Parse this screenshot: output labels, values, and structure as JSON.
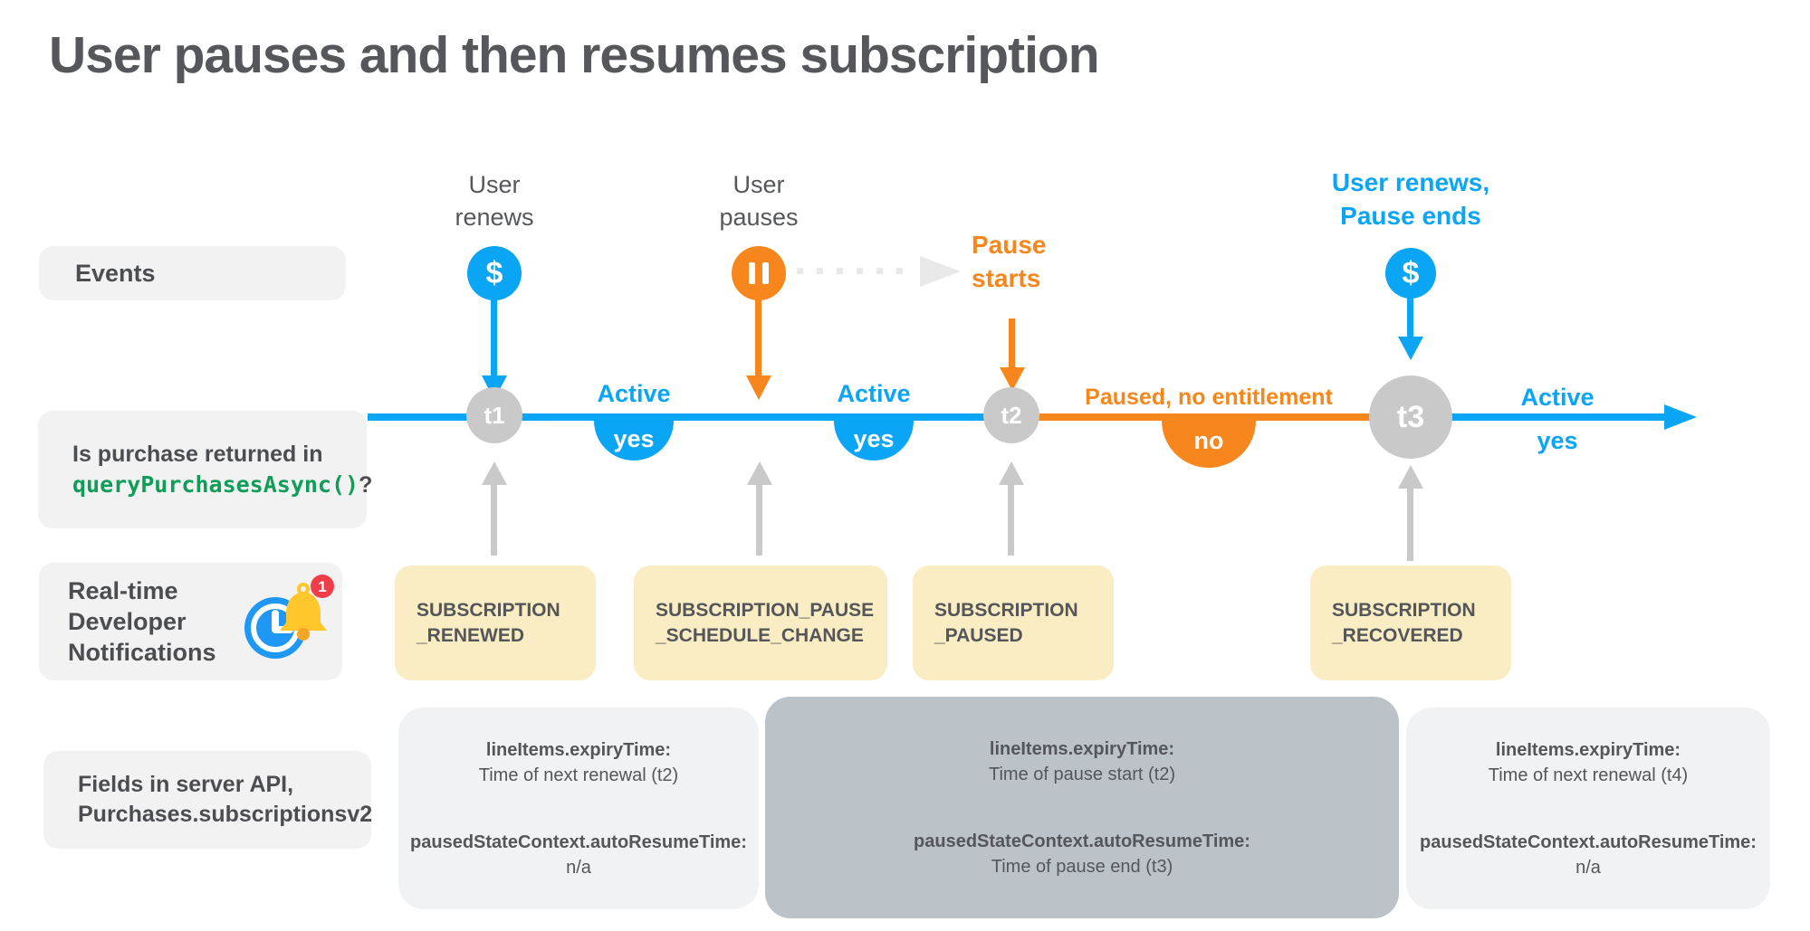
{
  "title": "User pauses and then resumes subscription",
  "colors": {
    "blue": "#0aa5f4",
    "orange": "#f7871d",
    "gray_circle": "#c9c9c9",
    "yellow_box": "#faedc4",
    "light_box": "#f2f2f3",
    "dark_box": "#bcc3c8",
    "green_code": "#0f9d58",
    "text_dark": "#55565a",
    "red_badge": "#ef3e4a",
    "clock_blue": "#1f98f5",
    "bell_yellow": "#ffc72c"
  },
  "row_labels": {
    "events": "Events",
    "purchase_question": {
      "line1": "Is purchase returned in",
      "code": "queryPurchasesAsync()",
      "suffix": "?"
    },
    "rtdn": {
      "line1": "Real-time",
      "line2": "Developer",
      "line3": "Notifications",
      "badge_count": "1"
    },
    "fields": {
      "line1": "Fields in server API,",
      "line2": "Purchases.subscriptionsv2"
    }
  },
  "events": {
    "renew1": {
      "line1": "User",
      "line2": "renews",
      "icon": "$"
    },
    "pause": {
      "line1": "User",
      "line2": "pauses"
    },
    "pause_starts": {
      "line1": "Pause",
      "line2": "starts"
    },
    "renew2": {
      "line1": "User renews,",
      "line2": "Pause ends",
      "icon": "$"
    }
  },
  "timeline": {
    "markers": [
      {
        "label": "t1"
      },
      {
        "label": "t2"
      },
      {
        "label": "t3"
      }
    ],
    "segments": [
      {
        "state": "Active",
        "answer": "yes"
      },
      {
        "state": "Active",
        "answer": "yes"
      },
      {
        "state": "Paused, no entitlement",
        "answer": "no"
      },
      {
        "state": "Active",
        "answer": "yes"
      }
    ]
  },
  "rtdn_boxes": [
    {
      "line1": "SUBSCRIPTION",
      "line2": "_RENEWED"
    },
    {
      "line1": "SUBSCRIPTION_PAUSE",
      "line2": "_SCHEDULE_CHANGE"
    },
    {
      "line1": "SUBSCRIPTION",
      "line2": "_PAUSED"
    },
    {
      "line1": "SUBSCRIPTION",
      "line2": "_RECOVERED"
    }
  ],
  "api_boxes": [
    {
      "field1": "lineItems.expiryTime:",
      "value1": "Time of next renewal (t2)",
      "field2": "pausedStateContext.autoResumeTime:",
      "value2": "n/a"
    },
    {
      "field1": "lineItems.expiryTime:",
      "value1": "Time of pause start (t2)",
      "field2": "pausedStateContext.autoResumeTime:",
      "value2": "Time of pause end (t3)"
    },
    {
      "field1": "lineItems.expiryTime:",
      "value1": "Time of next renewal (t4)",
      "field2": "pausedStateContext.autoResumeTime:",
      "value2": "n/a"
    }
  ]
}
